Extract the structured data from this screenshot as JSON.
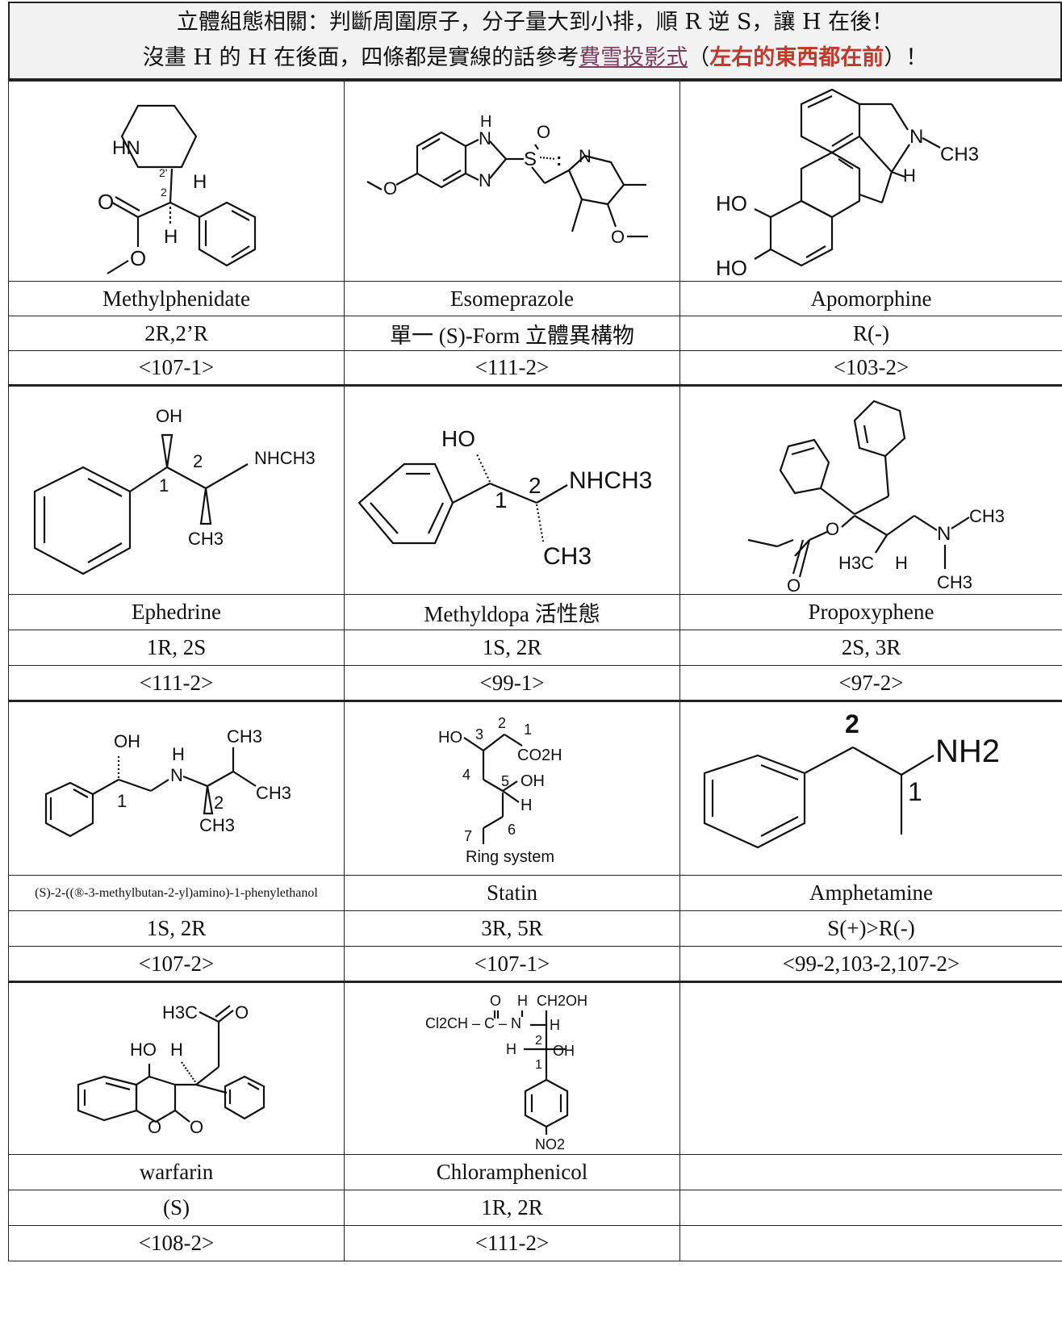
{
  "header": {
    "line1": "立體組態相關：判斷周圍原子，分子量大到小排，順 R 逆 S，讓 H 在後！",
    "line2_a": "沒畫 H 的 H 在後面，四條都是實線的話參考",
    "line2_link": "費雪投影式",
    "line2_b": "（",
    "line2_red": "左右的東西都在前",
    "line2_c": "）！"
  },
  "rows": [
    [
      {
        "name": "Methylphenidate",
        "config": "2R,2’R",
        "ref": "<107-1>"
      },
      {
        "name": "Esomeprazole",
        "config": "單一 (S)-Form 立體異構物",
        "ref": "<111-2>"
      },
      {
        "name": "Apomorphine",
        "config": "R(-)",
        "ref": "<103-2>"
      }
    ],
    [
      {
        "name": "Ephedrine",
        "config": "1R, 2S",
        "ref": "<111-2>"
      },
      {
        "name": "Methyldopa 活性態",
        "config": "1S, 2R",
        "ref": "<99-1>"
      },
      {
        "name": "Propoxyphene",
        "config": "2S, 3R",
        "ref": "<97-2>"
      }
    ],
    [
      {
        "name": "(S)-2-((®-3-methylbutan-2-yl)amino)-1-phenylethanol",
        "config": "1S, 2R",
        "ref": "<107-2>"
      },
      {
        "name": "Statin",
        "config": "3R, 5R",
        "ref": "<107-1>"
      },
      {
        "name": "Amphetamine",
        "config": "S(+)>R(-)",
        "ref": "<99-2,103-2,107-2>"
      }
    ],
    [
      {
        "name": "warfarin",
        "config": "(S)",
        "ref": "<108-2>"
      },
      {
        "name": "Chloramphenicol",
        "config": "1R, 2R",
        "ref": "<111-2>"
      },
      {
        "name": "",
        "config": "",
        "ref": ""
      }
    ]
  ],
  "structure_labels": {
    "methylphenidate": {
      "a": "HN",
      "b": "2'",
      "c": "H",
      "d": "2",
      "e": "O",
      "f": "H",
      "g": "O"
    },
    "esomeprazole": {
      "a": "H",
      "b": "N",
      "c": "N",
      "d": "S",
      "e": "O",
      "f": "O",
      "g": "N",
      "h": "O"
    },
    "apomorphine": {
      "a": "N",
      "b": "CH3",
      "c": "H",
      "d": "HO",
      "e": "HO"
    },
    "ephedrine": {
      "a": "OH",
      "b": "2",
      "c": "NHCH3",
      "d": "1",
      "e": "CH3"
    },
    "methyldopa": {
      "a": "HO",
      "b": "1",
      "c": "2",
      "d": "NHCH3",
      "e": "CH3"
    },
    "propoxyphene": {
      "a": "O",
      "b": "O",
      "c": "N",
      "d": "CH3",
      "e": "H3C",
      "f": "H",
      "g": "CH3"
    },
    "aminoalcohol": {
      "a": "OH",
      "b": "H",
      "c": "N",
      "d": "CH3",
      "e": "CH3",
      "f": "1",
      "g": "2",
      "h": "CH3"
    },
    "statin": {
      "a": "HO",
      "b": "3",
      "c": "2",
      "d": "1",
      "e": "CO2H",
      "f": "4",
      "g": "5",
      "h": "OH",
      "i": "H",
      "j": "7",
      "k": "6",
      "l": "Ring system"
    },
    "amphetamine": {
      "a": "2",
      "b": "NH2",
      "c": "1"
    },
    "warfarin": {
      "a": "H3C",
      "b": "O",
      "c": "HO",
      "d": "H",
      "e": "O",
      "f": "O"
    },
    "chloramphenicol": {
      "a": "O",
      "b": "H",
      "c": "CH2OH",
      "d": "Cl2CH – C – N",
      "e": "H",
      "f": "2",
      "g": "H",
      "h": "OH",
      "i": "1",
      "j": "NO2"
    }
  }
}
